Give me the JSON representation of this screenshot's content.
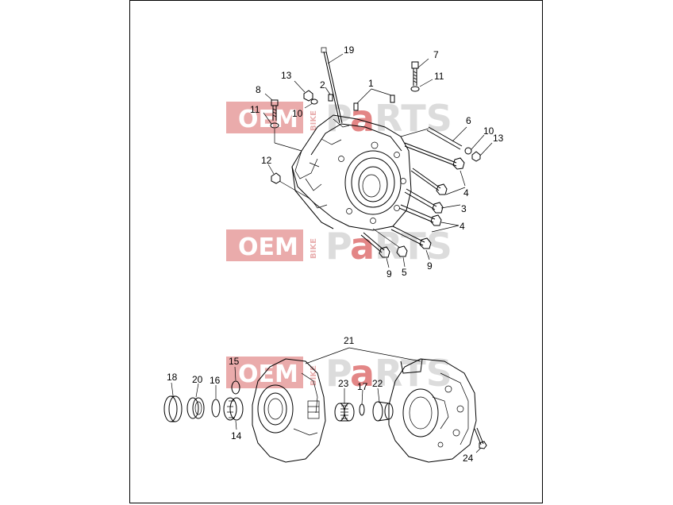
{
  "watermark": {
    "oem": "OEM",
    "bike": "BIKE",
    "parts": "PARTS",
    "colors": {
      "box": "#e8a3a3",
      "p": "#d9d9d9",
      "a": "#e07a7a",
      "rts": "#d9d9d9"
    }
  },
  "callouts": [
    "1",
    "2",
    "3",
    "4",
    "4",
    "5",
    "6",
    "7",
    "8",
    "9",
    "9",
    "10",
    "10",
    "11",
    "11",
    "12",
    "13",
    "13",
    "14",
    "15",
    "16",
    "17",
    "18",
    "19",
    "20",
    "21",
    "22",
    "23",
    "24"
  ]
}
